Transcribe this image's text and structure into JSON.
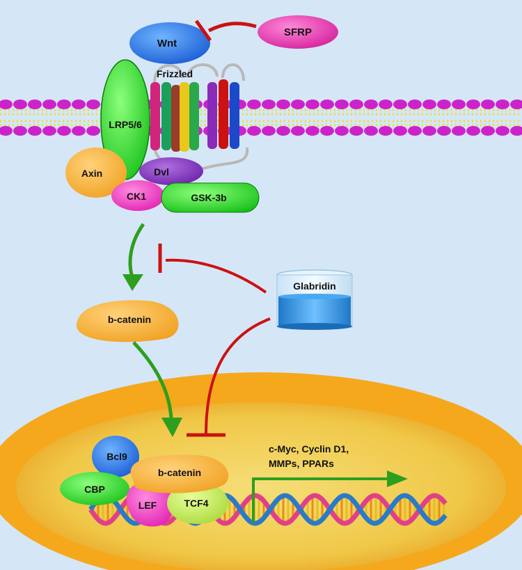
{
  "labels": {
    "wnt": "Wnt",
    "sfrp": "SFRP",
    "frizzled": "Frizzled",
    "lrp": "LRP5/6",
    "axin": "Axin",
    "dvl": "Dvl",
    "ck1": "CK1",
    "gsk": "GSK-3b",
    "bcatenin_cyto": "b-catenin",
    "glabridin": "Glabridin",
    "bcl9": "Bcl9",
    "cbp": "CBP",
    "bcatenin_nuc": "b-catenin",
    "lef": "LEF",
    "tcf4": "TCF4",
    "targets_line1": "c-Myc, Cyclin D1,",
    "targets_line2": "MMPs, PPARs"
  },
  "colors": {
    "background": "#d5e6f7",
    "membrane_head": "#cc22cc",
    "membrane_tail": "#f0e020",
    "activation_arrow": "#2e9e1e",
    "inhibition_arrow": "#cc1111",
    "nucleus_rim": "#f5a81c",
    "nucleus_core": "#f2d25a"
  }
}
